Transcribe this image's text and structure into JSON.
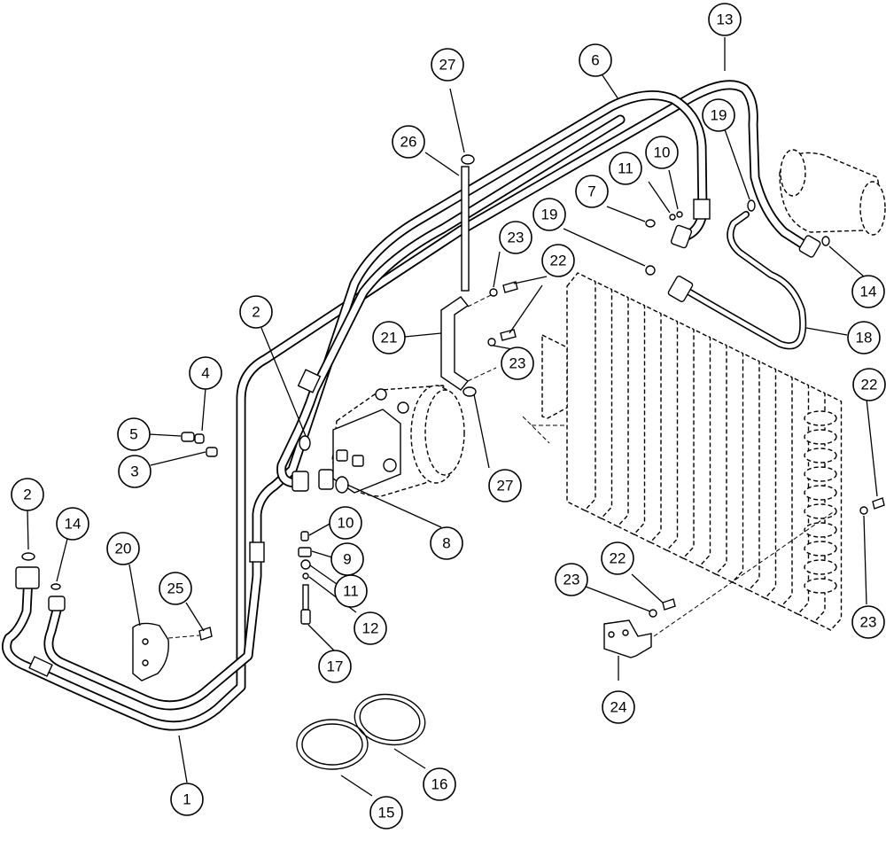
{
  "callouts": [
    "1",
    "2",
    "2",
    "3",
    "4",
    "5",
    "6",
    "7",
    "8",
    "9",
    "10",
    "10",
    "11",
    "11",
    "12",
    "13",
    "14",
    "14",
    "15",
    "16",
    "17",
    "18",
    "19",
    "19",
    "20",
    "21",
    "22",
    "22",
    "22",
    "23",
    "23",
    "23",
    "23",
    "24",
    "25",
    "26",
    "27",
    "27"
  ]
}
